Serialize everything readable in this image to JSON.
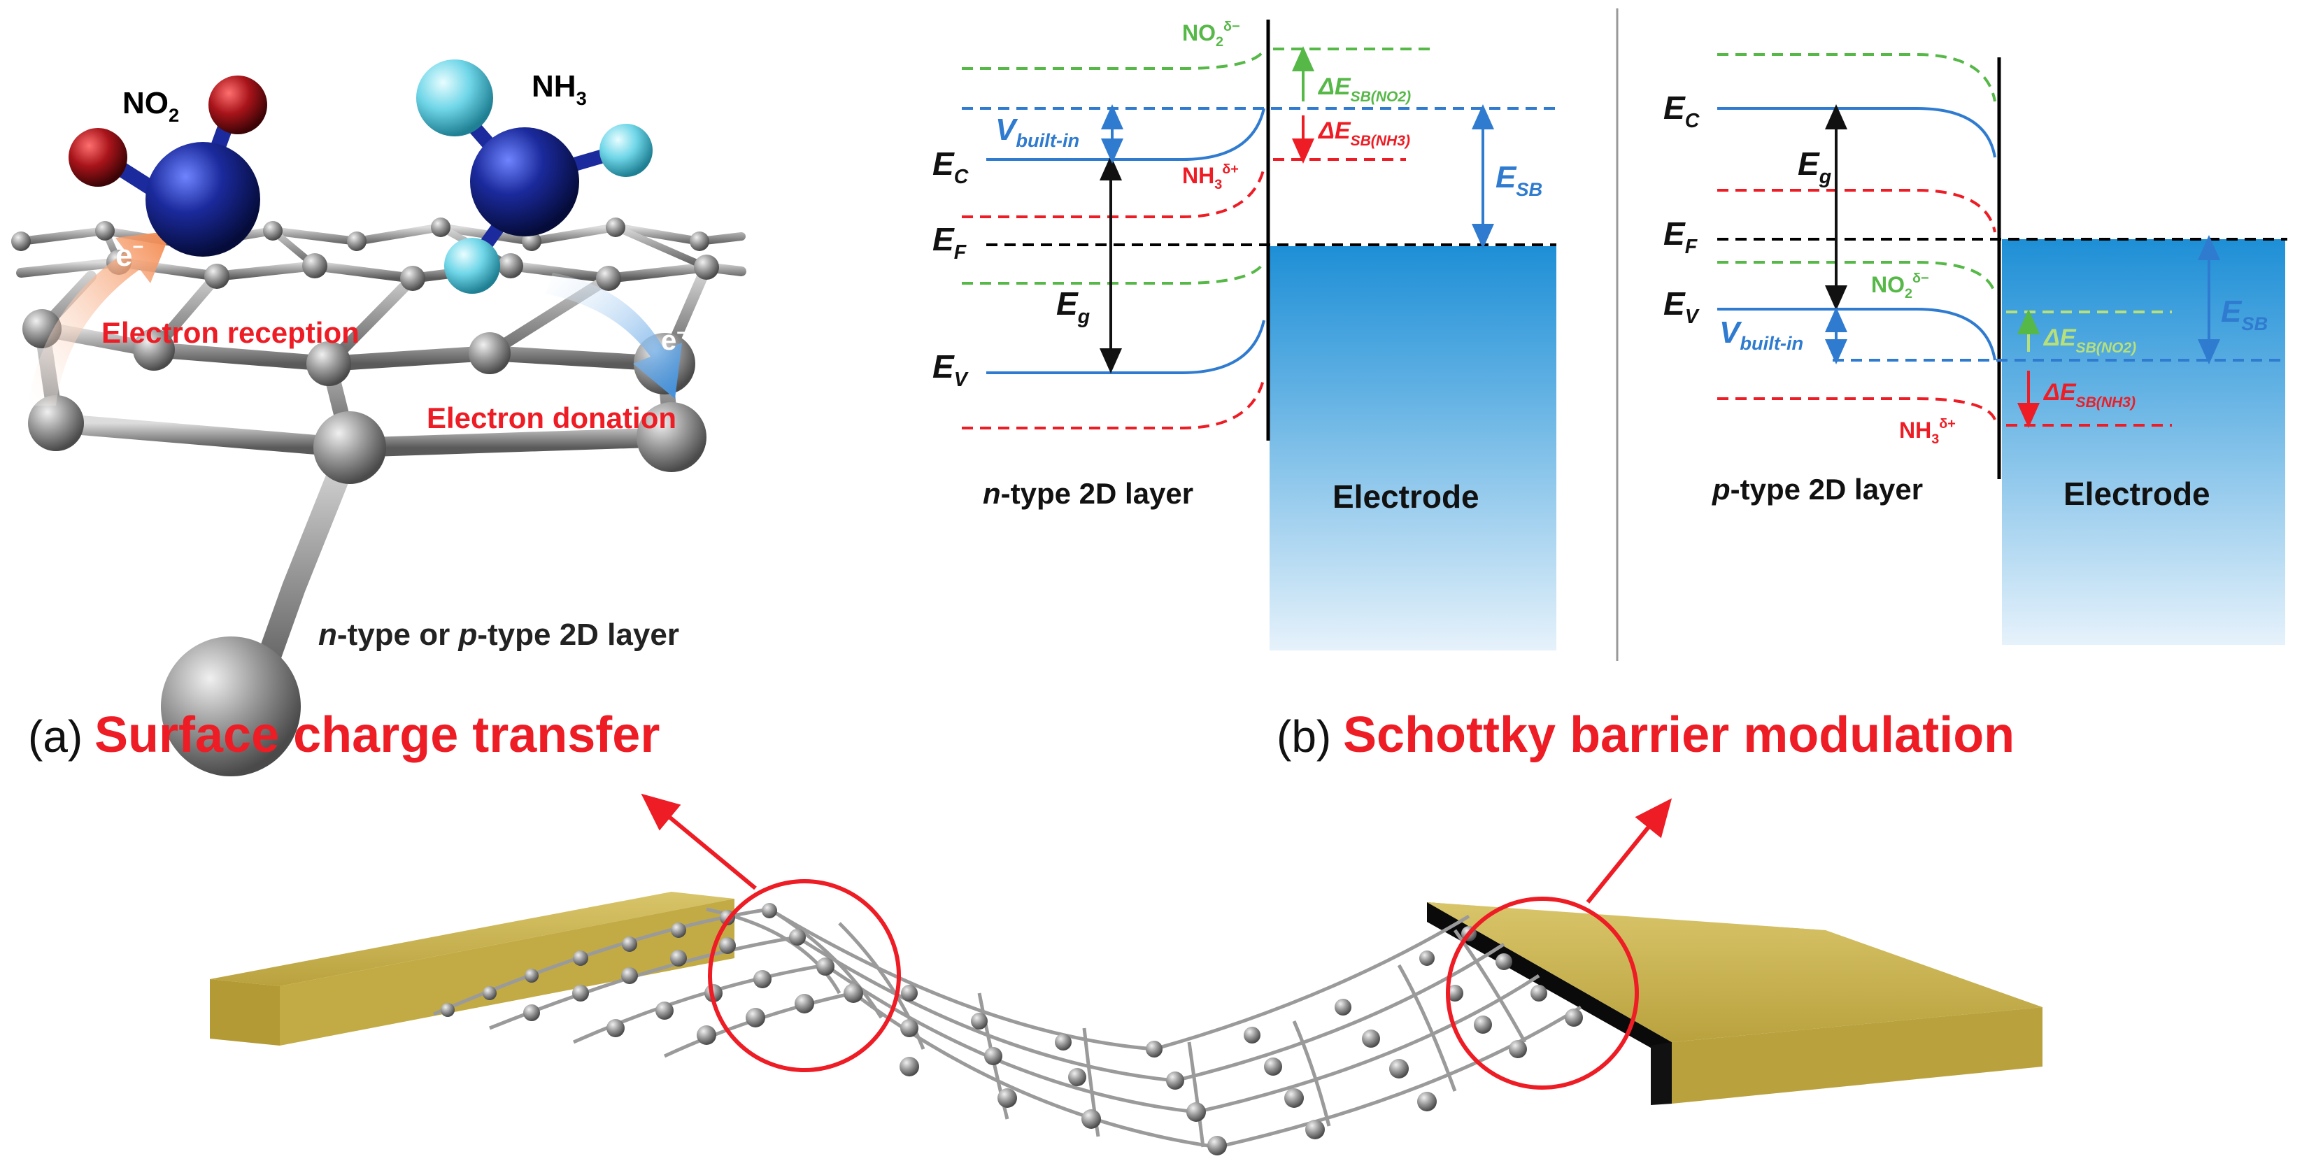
{
  "panel_a": {
    "mol_no2": "NO",
    "mol_no2_sub": "2",
    "mol_nh3": "NH",
    "mol_nh3_sub": "3",
    "electron": "e",
    "electron_sup": "−",
    "reception_label": "Electron reception",
    "donation_label": "Electron donation",
    "layer_label_1": "n",
    "layer_label_2": "-type or ",
    "layer_label_3": "p",
    "layer_label_4": "-type 2D layer"
  },
  "panel_b_n": {
    "no2_label": "NO",
    "no2_sub": "2",
    "no2_sup": "δ−",
    "nh3_label": "NH",
    "nh3_sub": "3",
    "nh3_sup": "δ+",
    "ec": "E",
    "ec_sub": "C",
    "ef": "E",
    "ef_sub": "F",
    "ev": "E",
    "ev_sub": "V",
    "eg": "E",
    "eg_sub": "g",
    "vbi": "V",
    "vbi_sub": "built-in",
    "de_no2": "ΔE",
    "de_no2_sub": "SB(NO2)",
    "de_nh3": "ΔE",
    "de_nh3_sub": "SB(NH3)",
    "esb": "E",
    "esb_sub": "SB",
    "layer_1": "n",
    "layer_2": "-type 2D layer",
    "electrode": "Electrode"
  },
  "panel_b_p": {
    "no2_label": "NO",
    "no2_sub": "2",
    "no2_sup": "δ−",
    "nh3_label": "NH",
    "nh3_sub": "3",
    "nh3_sup": "δ+",
    "ec": "E",
    "ec_sub": "C",
    "ef": "E",
    "ef_sub": "F",
    "ev": "E",
    "ev_sub": "V",
    "eg": "E",
    "eg_sub": "g",
    "vbi": "V",
    "vbi_sub": "built-in",
    "de_no2": "ΔE",
    "de_no2_sub": "SB(NO2)",
    "de_nh3": "ΔE",
    "de_nh3_sub": "SB(NH3)",
    "esb": "E",
    "esb_sub": "SB",
    "layer_1": "p",
    "layer_2": "-type 2D layer",
    "electrode": "Electrode"
  },
  "captions": {
    "a_letter": "(a)",
    "a_title": "Surface charge transfer",
    "b_letter": "(b)",
    "b_title": "Schottky barrier modulation"
  },
  "colors": {
    "blue_band": "#2f7bd0",
    "green": "#56b847",
    "red": "#ee1c24",
    "electrode_top": "#1e8fd6",
    "electrode_bottom": "#e6f2fb",
    "gold": "#c8b24a",
    "atom_gray": "#8d8d8d",
    "molecule_blue": "#1b2a9c",
    "oxygen_red": "#a8141a",
    "hydrogen_cyan": "#6fd6e8"
  }
}
